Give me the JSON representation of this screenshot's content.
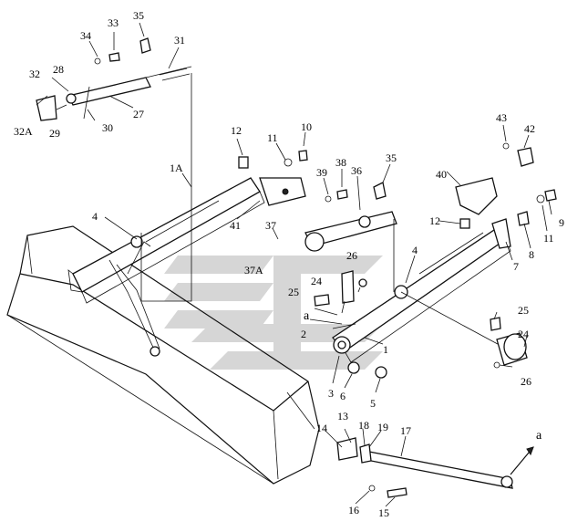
{
  "labels": {
    "p1": "1",
    "p1A": "1A",
    "p2": "2",
    "p3": "3",
    "p4a": "4",
    "p4b": "4",
    "p5": "5",
    "p6": "6",
    "p7": "7",
    "p8": "8",
    "p9": "9",
    "p10": "10",
    "p11a": "11",
    "p11b": "11",
    "p12a": "12",
    "p12b": "12",
    "p13": "13",
    "p14": "14",
    "p15": "15",
    "p16": "16",
    "p17": "17",
    "p18": "18",
    "p19": "19",
    "p24a": "24",
    "p24b": "24",
    "p25a": "25",
    "p25b": "25",
    "p26a": "26",
    "p26b": "26",
    "p27": "27",
    "p28": "28",
    "p29": "29",
    "p30": "30",
    "p31": "31",
    "p32": "32",
    "p32A": "32A",
    "p33": "33",
    "p34": "34",
    "p35a": "35",
    "p35b": "35",
    "p36": "36",
    "p37": "37",
    "p37A": "37A",
    "p38": "38",
    "p39": "39",
    "p40": "40",
    "p41": "41",
    "p42": "42",
    "p43": "43",
    "refA1": "a",
    "refA2": "a"
  },
  "colors": {
    "line": "#111111",
    "watermark": "#c9c9c9"
  }
}
